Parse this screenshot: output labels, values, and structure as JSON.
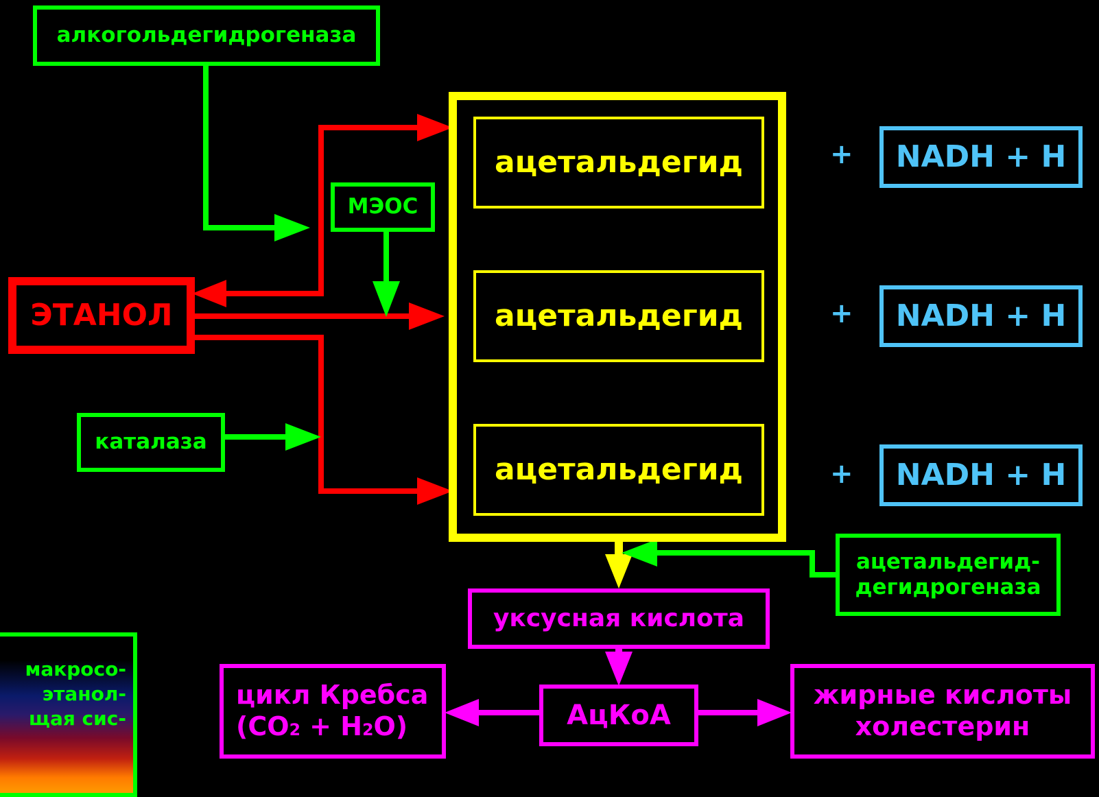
{
  "colors": {
    "background": "#000000",
    "enzyme": "#00ff00",
    "ethanol": "#ff0000",
    "acetaldehyde": "#ffff00",
    "nadh": "#4fc3f7",
    "metabolite": "#ff00ff"
  },
  "enzymes": {
    "adh": "алкогольдегидрогеназа",
    "meos": "МЭОС",
    "catalase": "каталаза",
    "aldh_line1": "ацетальдегид-",
    "aldh_line2": "дегидрогеназа"
  },
  "ethanol": "ЭТАНОЛ",
  "acetaldehyde": [
    "ацетальдегид",
    "ацетальдегид",
    "ацетальдегид"
  ],
  "plus": "+",
  "nadh": [
    "NADH + H",
    "NADH + H",
    "NADH + H"
  ],
  "acetic_acid": "уксусная кислота",
  "acetyl_coa": "АцКоА",
  "krebs": {
    "line1": "цикл Кребса",
    "co2": "(CO",
    "sub2a": "2",
    "plus_h": " + H",
    "sub2b": "2",
    "o_close": "O)"
  },
  "fatty": {
    "line1": "жирные кислоты",
    "line2": "холестерин"
  },
  "legend": {
    "line1": "макросо-",
    "line2": "этанол-",
    "line3": "щая сис-"
  }
}
